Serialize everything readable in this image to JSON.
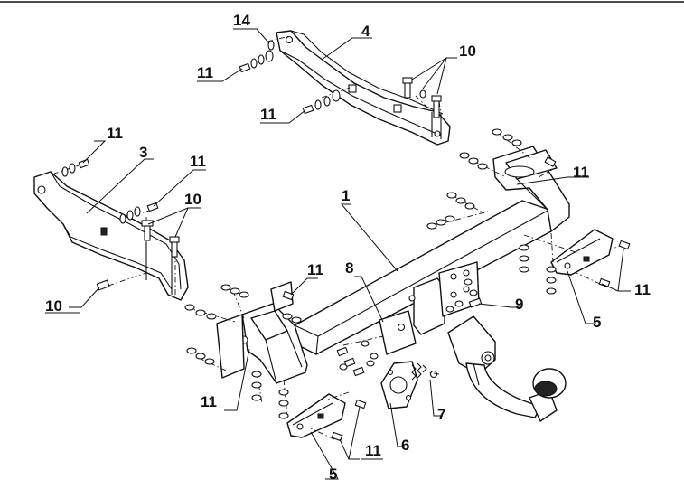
{
  "callouts": [
    {
      "id": "c14",
      "label": "14"
    },
    {
      "id": "c4",
      "label": "4"
    },
    {
      "id": "c10-top",
      "label": "10"
    },
    {
      "id": "c11-a",
      "label": "11"
    },
    {
      "id": "c11-b",
      "label": "11"
    },
    {
      "id": "c11-c",
      "label": "11"
    },
    {
      "id": "c3",
      "label": "3"
    },
    {
      "id": "c11-d",
      "label": "11"
    },
    {
      "id": "c11-e",
      "label": "11"
    },
    {
      "id": "c10-mid",
      "label": "10"
    },
    {
      "id": "c1",
      "label": "1"
    },
    {
      "id": "c11-f",
      "label": "11"
    },
    {
      "id": "c8",
      "label": "8"
    },
    {
      "id": "c10-left",
      "label": "10"
    },
    {
      "id": "c9",
      "label": "9"
    },
    {
      "id": "c11-g",
      "label": "11"
    },
    {
      "id": "c5-right",
      "label": "5"
    },
    {
      "id": "c11-h",
      "label": "11"
    },
    {
      "id": "c7",
      "label": "7"
    },
    {
      "id": "c6",
      "label": "6"
    },
    {
      "id": "c11-i",
      "label": "11"
    },
    {
      "id": "c5-bottom",
      "label": "5"
    }
  ]
}
